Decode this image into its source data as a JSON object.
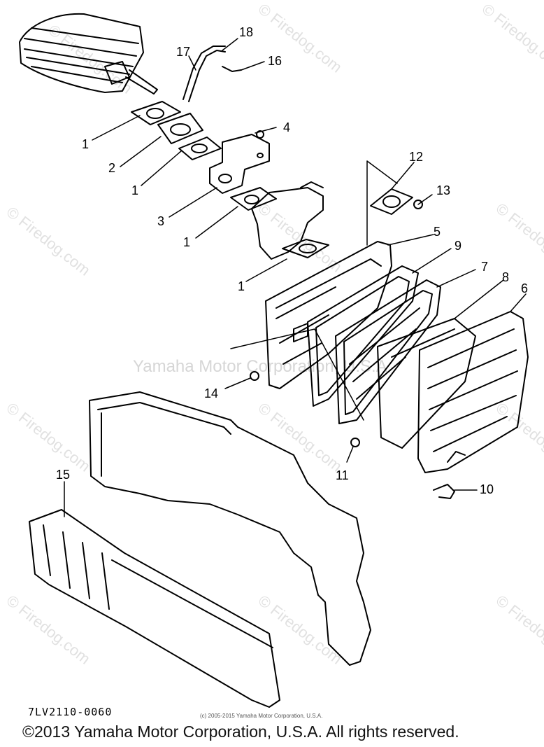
{
  "diagram": {
    "callouts": [
      "1",
      "2",
      "1",
      "3",
      "1",
      "1",
      "4",
      "17",
      "18",
      "16",
      "12",
      "13",
      "5",
      "9",
      "7",
      "8",
      "6",
      "14",
      "11",
      "10",
      "15"
    ]
  },
  "watermarks": {
    "site": "© Firedog.com",
    "center": "Yamaha Motor Corporation, U.S.A."
  },
  "footer": {
    "part_number": "7LV2110-0060",
    "small_copyright": "(c) 2005-2015 Yamaha Motor Corporation, U.S.A.",
    "copyright": "©2013 Yamaha Motor Corporation, U.S.A. All rights reserved."
  }
}
